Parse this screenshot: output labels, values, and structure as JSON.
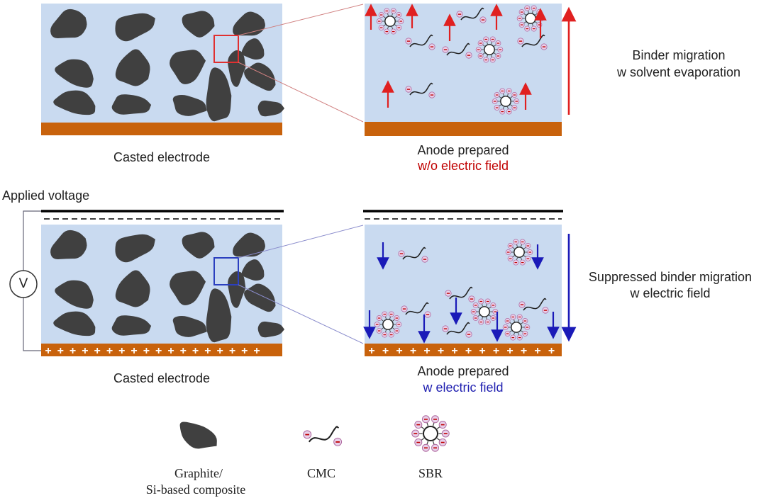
{
  "top": {
    "cast_label": "Casted electrode",
    "anode_label": "Anode prepared",
    "anode_condition": "w/o electric field",
    "side_line1": "Binder migration",
    "side_line2": "w solvent evaporation"
  },
  "bottom": {
    "voltage_label": "Applied voltage",
    "meter_symbol": "V",
    "cast_label": "Casted electrode",
    "anode_label": "Anode prepared",
    "anode_condition": "w electric field",
    "side_line1": "Suppressed binder migration",
    "side_line2": "w electric field"
  },
  "legend": {
    "graphite_line1": "Graphite/",
    "graphite_line2": "Si-based composite",
    "cmc": "CMC",
    "sbr": "SBR"
  },
  "colors": {
    "slurry": "#c9daf0",
    "particle": "#404040",
    "collector": "#c8620c",
    "up_arrow": "#e02020",
    "down_arrow": "#1a1ab8",
    "zoom_red": "#e03030",
    "zoom_blue": "#2b3fbf"
  }
}
